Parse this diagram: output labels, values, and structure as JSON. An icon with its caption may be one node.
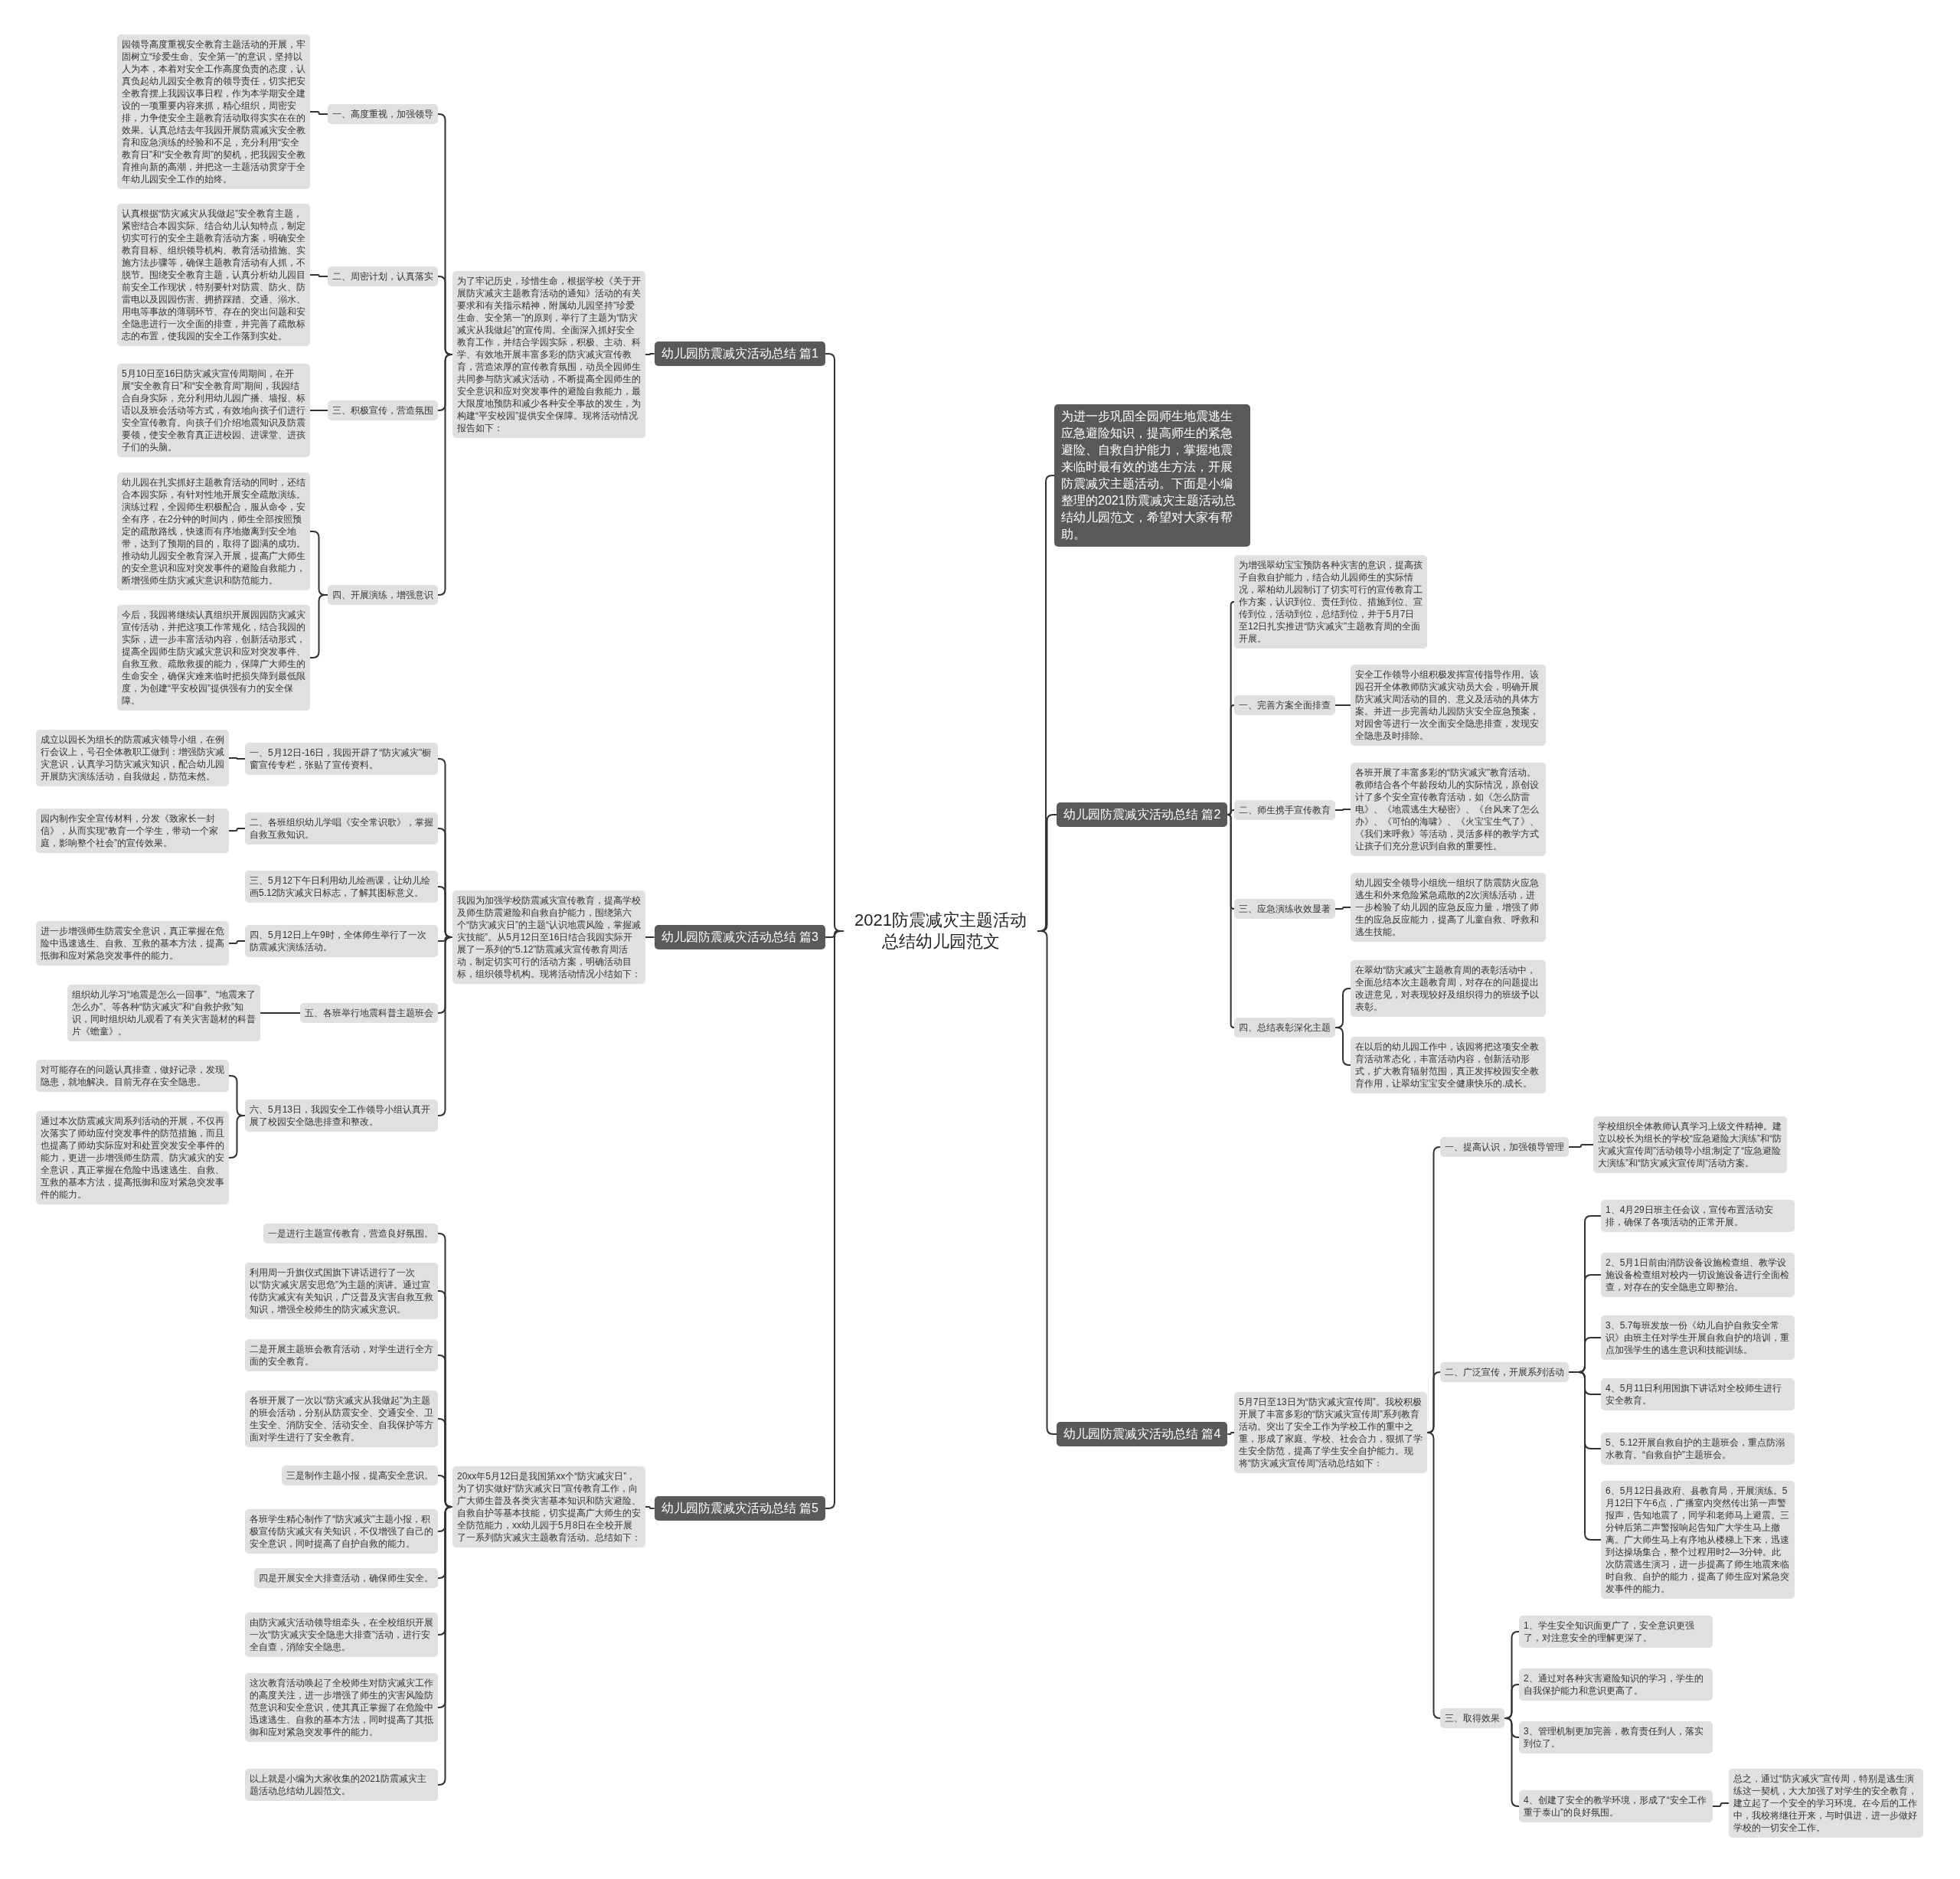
{
  "diagram": {
    "nodes": [
      {
        "text": [
          "2021防震减灾主题活动总结幼儿园范文"
        ]
      },
      {
        "text": [
          "为进一步巩固全园师生地震逃生应急避险知识，提高师生的紧急避险、自救自护能力，掌握地震来临时最有效的逃生方法，开展防震减灾主题活动。下面是小编整理的2021防震减灾主题活动总结幼儿园范文，希望对大家有帮助。"
        ]
      },
      {
        "text": [
          "幼儿园防震减灾活动总结 篇1"
        ]
      },
      {
        "text": [
          "为了牢记历史，珍惜生命，根据学校《关于开展防灾减灾主题教育活动的通知》活动的有关要求和有关指示精神，附属幼儿园坚持\"珍爱生命、安全第一\"的原则，举行了主题为“防灾减灾从我做起”的宣传周。全面深入抓好安全教育工作，并结合学园实际，积极、主动、科学、有效地开展丰富多彩的防灾减灾宣传教育，营造浓厚的宣传教育氛围，动员全园师生共同参与防灾减灾活动，不断提高全园师生的安全意识和应对突发事件的避险自救能力，最大限度地预防和减少各种安全事故的发生，为构建“平安校园”提供安全保障。现将活动情况报告如下："
        ]
      },
      {
        "text": [
          "一、高度重视，加强领导"
        ]
      },
      {
        "text": [
          "园领导高度重视安全教育主题活动的开展，牢固树立“珍爱生命、安全第一”的意识，坚持以人为本，本着对安全工作高度负责的态度，认真负起幼儿园安全教育的领导责任，切实把安全教育摆上我园议事日程，作为本学期安全建设的一项重要内容来抓，精心组织，周密安排，力争使安全主题教育活动取得实实在在的效果。认真总结去年我园开展防震减灾安全教育和应急演练的经验和不足，充分利用“安全教育日”和“安全教育周”的契机，把我园安全教育推向新的高潮，并把这一主题活动贯穿于全年幼儿园安全工作的始终。"
        ]
      },
      {
        "text": [
          "二、周密计划，认真落实"
        ]
      },
      {
        "text": [
          "认真根据“防灾减灾从我做起”安全教育主题，紧密结合本园实际、结合幼儿认知特点，制定切实可行的安全主题教育活动方案，明确安全教育目标、组织领导机构、教育活动措施、实施方法步骤等，确保主题教育活动有人抓，不脱节。围绕安全教育主题，认真分析幼儿园目前安全工作现状，特别要针对防震、防火、防雷电以及园园伤害、拥挤踩踏、交通、溺水、用电等事故的薄弱环节、存在的突出问题和安全隐患进行一次全面的排查，并完善了疏散标志的布置，使我园的安全工作落到实处。"
        ]
      },
      {
        "text": [
          "三、积极宣传，营造氛围"
        ]
      },
      {
        "text": [
          "5月10日至16日防灾减灾宣传周期间，在开展“安全教育日”和“安全教育周”期间，我园结合自身实际，充分利用幼儿园广播、墙报、标语以及班会活动等方式，有效地向孩子们进行安全宣传教育。向孩子们介绍地震知识及防震要领，使安全教育真正进校园、进课堂、进孩子们的头脑。"
        ]
      },
      {
        "text": [
          "四、开展演练，增强意识"
        ]
      },
      {
        "text": [
          "幼儿园在扎实抓好主题教育活动的同时，还结合本园实际，有针对性地开展安全疏散演练。演练过程，全园师生积极配合，服从命令，安全有序，在2分钟的时间内，师生全部按照预定的疏散路线，快速而有序地撤离到安全地带，达到了预期的目的，取得了圆满的成功。推动幼儿园安全教育深入开展，提高广大师生的安全意识和应对突发事件的避险自救能力，断增强师生防灾减灾意识和防范能力。"
        ]
      },
      {
        "text": [
          "今后，我园将继续认真组织开展园园防灾减灾宣传活动，并把这项工作常规化，结合我园的实际，进一步丰富活动内容，创新活动形式，提高全园师生防灾减灾意识和应对突发事件、自救互救、疏散救援的能力，保障广大师生的生命安全，确保灾难来临时把损失降到最低限度，为创建“平安校园”提供强有力的安全保障。"
        ]
      },
      {
        "text": [
          "幼儿园防震减灾活动总结 篇2"
        ]
      },
      {
        "text": [
          "为增强翠幼宝宝预防各种灾害的意识，提高孩子自救自护能力，结合幼儿园师生的实际情况，翠柏幼儿园制订了切实可行的宣传教育工作方案，认识到位、责任到位、措施到位、宣传到位，活动到位，总结到位，并于5月7日至12日扎实推进“防灾减灾”主题教育周的全面开展。"
        ]
      },
      {
        "text": [
          "一、完善方案全面排查"
        ]
      },
      {
        "text": [
          "安全工作领导小组积极发挥宣传指导作用。该园召开全体教师防灾减灾动员大会，明确开展防灾减灾周活动的目的、意义及活动的具体方案。并进一步完善幼儿园防灾安全应急预案，对园舍等进行一次全面安全隐患排查，发现安全隐患及时排除。"
        ]
      },
      {
        "text": [
          "二、师生携手宣传教育"
        ]
      },
      {
        "text": [
          "各班开展了丰富多彩的“防灾减灾”教育活动。教师结合各个年龄段幼儿的实际情况，原创设计了多个安全宣传教育活动，如《怎么防雷电》、《地震逃生大秘密》、《台风来了怎么办》、《可怕的海啸》、《火宝宝生气了》、《我们来呼救》等活动，灵活多样的教学方式让孩子们充分意识到自救的重要性。"
        ]
      },
      {
        "text": [
          "三、应急演练收效显著"
        ]
      },
      {
        "text": [
          "幼儿园安全领导小组统一组织了防震防火应急逃生和外来危险紧急疏散的2次演练活动，进一步检验了幼儿园的应急反应力量，增强了师生的应急反应能力，提高了儿童自救、呼救和逃生技能。"
        ]
      },
      {
        "text": [
          "四、总结表彰深化主题"
        ]
      },
      {
        "text": [
          "在翠幼“防灾减灾”主题教育周的表彰活动中，全面总结本次主题教育周，对存在的问题提出改进意见，对表现较好及组织得力的班级予以表彰。"
        ]
      },
      {
        "text": [
          "在以后的幼儿园工作中，该园将把这项安全教育活动常态化，丰富活动内容，创新活动形式，扩大教育辐射范围，真正发挥校园安全教育作用，让翠幼宝宝安全健康快乐的.成长。"
        ]
      },
      {
        "text": [
          "幼儿园防震减灾活动总结 篇3"
        ]
      },
      {
        "text": [
          "我园为加强学校防震减灾宣传教育，提高学校及师生防震避险和自救自护能力，围绕第六个“防灾减灾日”的主题“认识地震风险，掌握减灾技能”。从5月12日至16日结合我园实际开展了一系列的“5.12”防震减灾宣传教育周活动，制定切实可行的活动方案，明确活动目标，组织领导机构。现将活动情况小结如下："
        ]
      },
      {
        "text": [
          "一、5月12日-16日，我园开辟了“防灾减灾”橱窗宣传专栏，张贴了宣传资料。"
        ]
      },
      {
        "text": [
          "成立以园长为组长的防震减灾领导小组，在例行会议上，号召全体教职工做到：增强防灾减灾意识，认真学习防灾减灾知识，配合幼儿园开展防灾演练活动，自我做起，防范未然。"
        ]
      },
      {
        "text": [
          "二、各班组织幼儿学唱《安全常识歌》，掌握自救互救知识。"
        ]
      },
      {
        "text": [
          "园内制作安全宣传材料，分发《致家长一封信》，从而实现“教育一个学生，带动一个家庭，影响整个社会”的宣传效果。"
        ]
      },
      {
        "text": [
          "三、5月12下午日利用幼儿绘画课，让幼儿绘画5.12防灾减灾日标志，了解其图标意义。"
        ]
      },
      {
        "text": [
          "四、5月12日上午9时，全体师生举行了一次防震减灾演练活动。"
        ]
      },
      {
        "text": [
          "进一步增强师生防震安全意识，真正掌握在危险中迅速逃生、自救、互救的基本方法，提高抵御和应对紧急突发事件的能力。"
        ]
      },
      {
        "text": [
          "五、各班举行地震科普主题班会"
        ]
      },
      {
        "text": [
          "组织幼儿学习“地震是怎么一回事”、“地震来了怎么办”、等各种“防灾减灾”和“自救护救”知识，同时组织幼儿观看了有关灾害题材的科普片《蟾童》。"
        ]
      },
      {
        "text": [
          "六、5月13日，我园安全工作领导小组认真开展了校园安全隐患排查和整改。"
        ]
      },
      {
        "text": [
          "对可能存在的问题认真排查，做好记录，发现隐患，就地解决。目前无存在安全隐患。"
        ]
      },
      {
        "text": [
          "通过本次防震减灾周系列活动的开展，不仅再次落实了师幼应付突发事件的防范措施，而且也提高了师幼实际应对和处置突发安全事件的能力，更进一步增强师生防震、防灾减灾的安全意识，真正掌握在危险中迅速逃生、自救、互救的基本方法，提高抵御和应对紧急突发事件的能力。"
        ]
      },
      {
        "text": [
          "幼儿园防震减灾活动总结 篇4"
        ]
      },
      {
        "text": [
          "5月7日至13日为“防灾减灾宣传周”。我校积极开展了丰富多彩的“防灾减灾宣传周”系列教育活动。突出了安全工作为学校工作的重中之重，形成了家庭、学校、社会合力，狠抓了学生安全防范，提高了学生安全自护能力。现将“防灾减灾宣传周”活动总结如下："
        ]
      },
      {
        "text": [
          "一、提高认识，加强领导管理"
        ]
      },
      {
        "text": [
          "学校组织全体教师认真学习上级文件精神。建立以校长为组长的学校“应急避险大演练”和“防灾减灾宣传周”活动领导小组;制定了“应急避险大演练”和“防灾减灾宣传周”活动方案。"
        ]
      },
      {
        "text": [
          "二、广泛宣传，开展系列活动"
        ]
      },
      {
        "text": [
          "1、4月29日班主任会议，宣传布置活动安排，确保了各项活动的正常开展。"
        ]
      },
      {
        "text": [
          "2、5月1日前由消防设备设施检查组、教学设施设备检查组对校内一切设施设备进行全面检查，对存在的安全隐患立即整治。"
        ]
      },
      {
        "text": [
          "3、5.7每班发放一份《幼儿自护自救安全常识》由班主任对学生开展自救自护的培训，重点加强学生的逃生意识和技能训练。"
        ]
      },
      {
        "text": [
          "4、5月11日利用国旗下讲话对全校师生进行安全教育。"
        ]
      },
      {
        "text": [
          "5、5.12开展自救自护的主题班会，重点防溺水教育。“自救自护”主题班会。"
        ]
      },
      {
        "text": [
          "6、5月12日县政府、县教育局，开展演练。5月12日下午6点，广播室内突然传出第一声警报声，告知地震了，同学和老师马上避震。三分钟后第二声警报响起告知广大学生马上撤离。广大师生马上有序地从楼梯上下来，迅速到达操场集合，整个过程用时2—3分钟。此次防震逃生演习，进一步提高了师生地震来临时自救、自护的能力，提高了师生应对紧急突发事件的能力。"
        ]
      },
      {
        "text": [
          "三、取得效果"
        ]
      },
      {
        "text": [
          "1、学生安全知识面更广了，安全意识更强了，对注意安全的理解更深了。"
        ]
      },
      {
        "text": [
          "2、通过对各种灾害避险知识的学习，学生的自我保护能力和意识更高了。"
        ]
      },
      {
        "text": [
          "3、管理机制更加完善，教育责任到人，落实到位了。"
        ]
      },
      {
        "text": [
          "4、创建了安全的教学环境，形成了“安全工作重于泰山”的良好氛围。"
        ]
      },
      {
        "text": [
          "总之，通过“防灾减灾”宣传周，特别是逃生演练这一契机，大大加强了对学生的安全教育，建立起了一个安全的学习环境。在今后的工作中，我校将继往开来，与时俱进，进一步做好学校的一切安全工作。"
        ]
      },
      {
        "text": [
          "幼儿园防震减灾活动总结 篇5"
        ]
      },
      {
        "text": [
          "20xx年5月12日是我国第xx个“防灾减灾日”，为了切实做好“防灾减灾日”宣传教育工作，向广大师生普及各类灾害基本知识和防灾避险、自救自护等基本技能，切实提高广大师生的安全防范能力，xx幼儿园于5月8日在全校开展了一系列防灾减灾主题教育活动。总结如下："
        ]
      },
      {
        "text": [
          "一是进行主题宣传教育，营造良好氛围。"
        ]
      },
      {
        "text": [
          "利用周一升旗仪式国旗下讲话进行了一次以“防灾减灾居安思危”为主题的演讲。通过宣传防灾减灾有关知识，广泛普及灾害自救互救知识，增强全校师生的防灾减灾意识。"
        ]
      },
      {
        "text": [
          "二是开展主题班会教育活动，对学生进行全方面的安全教育。"
        ]
      },
      {
        "text": [
          "各班开展了一次以“防灾减灾从我做起”为主题的班会活动，分别从防震安全、交通安全、卫生安全、消防安全、活动安全、自我保护等方面对学生进行了安全教育。"
        ]
      },
      {
        "text": [
          "三是制作主题小报，提高安全意识。"
        ]
      },
      {
        "text": [
          "各班学生精心制作了“防灾减灾”主题小报，积极宣传防灾减灾有关知识，不仅增强了自己的安全意识，同时提高了自护自救的能力。"
        ]
      },
      {
        "text": [
          "四是开展安全大排查活动，确保师生安全。"
        ]
      },
      {
        "text": [
          "由防灾减灾活动领导组牵头，在全校组织开展一次“防灾减灾安全隐患大排查”活动，进行安全自查，消除安全隐患。"
        ]
      },
      {
        "text": [
          "这次教育活动唤起了全校师生对防灾减灾工作的高度关注，进一步增强了师生的灾害风险防范意识和安全意识，使其真正掌握了在危险中迅速逃生、自救的基本方法，同时提高了其抵御和应对紧急突发事件的能力。"
        ]
      },
      {
        "text": [
          "以上就是小编为大家收集的2021防震减灾主题活动总结幼儿园范文。"
        ]
      }
    ],
    "edges": [
      {
        "from": 0,
        "to": 1,
        "arrow": "none"
      },
      {
        "from": 0,
        "to": 2,
        "arrow": "none"
      },
      {
        "from": 0,
        "to": 13,
        "arrow": "none"
      },
      {
        "from": 0,
        "to": 24,
        "arrow": "none"
      },
      {
        "from": 0,
        "to": 38,
        "arrow": "none"
      },
      {
        "from": 0,
        "to": 55,
        "arrow": "none"
      },
      {
        "from": 2,
        "to": 3,
        "arrow": "none"
      },
      {
        "from": 3,
        "to": 4,
        "arrow": "none"
      },
      {
        "from": 3,
        "to": 6,
        "arrow": "none"
      },
      {
        "from": 3,
        "to": 8,
        "arrow": "none"
      },
      {
        "from": 3,
        "to": 10,
        "arrow": "none"
      },
      {
        "from": 4,
        "to": 5,
        "arrow": "none"
      },
      {
        "from": 6,
        "to": 7,
        "arrow": "none"
      },
      {
        "from": 8,
        "to": 9,
        "arrow": "none"
      },
      {
        "from": 10,
        "to": 11,
        "arrow": "none"
      },
      {
        "from": 10,
        "to": 12,
        "arrow": "none"
      },
      {
        "from": 13,
        "to": 14,
        "arrow": "none"
      },
      {
        "from": 13,
        "to": 15,
        "arrow": "none"
      },
      {
        "from": 13,
        "to": 17,
        "arrow": "none"
      },
      {
        "from": 13,
        "to": 19,
        "arrow": "none"
      },
      {
        "from": 13,
        "to": 21,
        "arrow": "none"
      },
      {
        "from": 15,
        "to": 16,
        "arrow": "none"
      },
      {
        "from": 17,
        "to": 18,
        "arrow": "none"
      },
      {
        "from": 19,
        "to": 20,
        "arrow": "none"
      },
      {
        "from": 21,
        "to": 22,
        "arrow": "none"
      },
      {
        "from": 21,
        "to": 23,
        "arrow": "none"
      },
      {
        "from": 24,
        "to": 25,
        "arrow": "none"
      },
      {
        "from": 25,
        "to": 26,
        "arrow": "none"
      },
      {
        "from": 25,
        "to": 28,
        "arrow": "none"
      },
      {
        "from": 25,
        "to": 30,
        "arrow": "none"
      },
      {
        "from": 25,
        "to": 31,
        "arrow": "none"
      },
      {
        "from": 25,
        "to": 33,
        "arrow": "none"
      },
      {
        "from": 25,
        "to": 35,
        "arrow": "none"
      },
      {
        "from": 26,
        "to": 27,
        "arrow": "none"
      },
      {
        "from": 28,
        "to": 29,
        "arrow": "none"
      },
      {
        "from": 31,
        "to": 32,
        "arrow": "none"
      },
      {
        "from": 33,
        "to": 34,
        "arrow": "none"
      },
      {
        "from": 35,
        "to": 36,
        "arrow": "none"
      },
      {
        "from": 35,
        "to": 37,
        "arrow": "none"
      },
      {
        "from": 38,
        "to": 39,
        "arrow": "none"
      },
      {
        "from": 39,
        "to": 40,
        "arrow": "none"
      },
      {
        "from": 39,
        "to": 42,
        "arrow": "none"
      },
      {
        "from": 39,
        "to": 49,
        "arrow": "none"
      },
      {
        "from": 40,
        "to": 41,
        "arrow": "none"
      },
      {
        "from": 42,
        "to": 43,
        "arrow": "none"
      },
      {
        "from": 42,
        "to": 44,
        "arrow": "none"
      },
      {
        "from": 42,
        "to": 45,
        "arrow": "none"
      },
      {
        "from": 42,
        "to": 46,
        "arrow": "none"
      },
      {
        "from": 42,
        "to": 47,
        "arrow": "none"
      },
      {
        "from": 42,
        "to": 48,
        "arrow": "none"
      },
      {
        "from": 49,
        "to": 50,
        "arrow": "none"
      },
      {
        "from": 49,
        "to": 51,
        "arrow": "none"
      },
      {
        "from": 49,
        "to": 52,
        "arrow": "none"
      },
      {
        "from": 49,
        "to": 53,
        "arrow": "none"
      },
      {
        "from": 53,
        "to": 54,
        "arrow": "none"
      },
      {
        "from": 55,
        "to": 56,
        "arrow": "none"
      },
      {
        "from": 56,
        "to": 57,
        "arrow": "none"
      },
      {
        "from": 56,
        "to": 58,
        "arrow": "none"
      },
      {
        "from": 56,
        "to": 59,
        "arrow": "none"
      },
      {
        "from": 56,
        "to": 60,
        "arrow": "none"
      },
      {
        "from": 56,
        "to": 61,
        "arrow": "none"
      },
      {
        "from": 56,
        "to": 62,
        "arrow": "none"
      },
      {
        "from": 56,
        "to": 63,
        "arrow": "none"
      },
      {
        "from": 56,
        "to": 64,
        "arrow": "none"
      },
      {
        "from": 56,
        "to": 65,
        "arrow": "none"
      },
      {
        "from": 56,
        "to": 66,
        "arrow": "none"
      }
    ]
  }
}
